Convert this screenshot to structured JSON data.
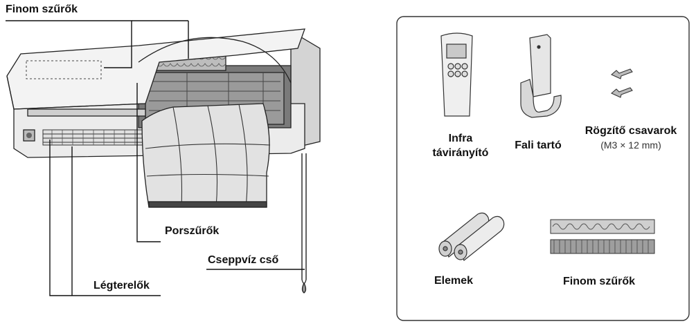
{
  "unit_labels": {
    "fine_filter": "Finom szűrők",
    "dust_filter": "Porszűrők",
    "drain_pipe": "Cseppvíz cső",
    "louvers": "Légterelők"
  },
  "accessories": {
    "remote": {
      "line1": "Infra",
      "line2": "távirányító"
    },
    "holder": {
      "label": "Fali tartó"
    },
    "screws": {
      "label": "Rögzítő csavarok",
      "spec": "(M3 × 12 mm)"
    },
    "batteries": {
      "label": "Elemek"
    },
    "filters": {
      "label": "Finom szűrők"
    }
  }
}
